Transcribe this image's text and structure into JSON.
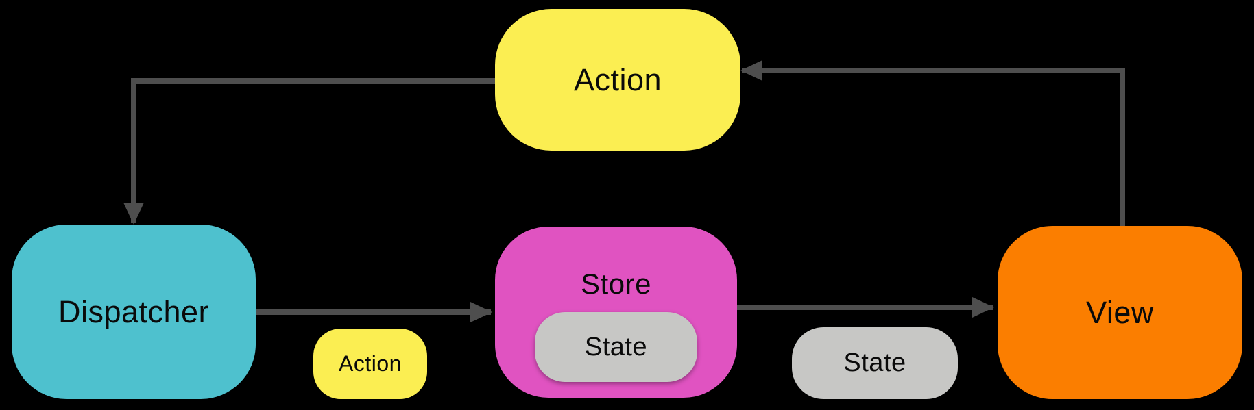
{
  "diagram": {
    "background_color": "#000000",
    "arrow_color": "#4E4E4E",
    "text_color": "#0a0a0a",
    "nodes": {
      "action_top": {
        "label": "Action",
        "color": "#FBEE52"
      },
      "dispatcher": {
        "label": "Dispatcher",
        "color": "#4EC1CE"
      },
      "store": {
        "label": "Store",
        "color": "#E053C1"
      },
      "store_state": {
        "label": "State",
        "color": "#C7C7C5"
      },
      "action_small": {
        "label": "Action",
        "color": "#FBEE52"
      },
      "state_small": {
        "label": "State",
        "color": "#C7C7C5"
      },
      "view": {
        "label": "View",
        "color": "#FB7E00"
      }
    },
    "edges": [
      {
        "from": "View",
        "to": "Action"
      },
      {
        "from": "Action",
        "to": "Dispatcher"
      },
      {
        "from": "Dispatcher",
        "to": "Store",
        "payload": "Action"
      },
      {
        "from": "Store",
        "to": "View",
        "payload": "State"
      }
    ]
  }
}
